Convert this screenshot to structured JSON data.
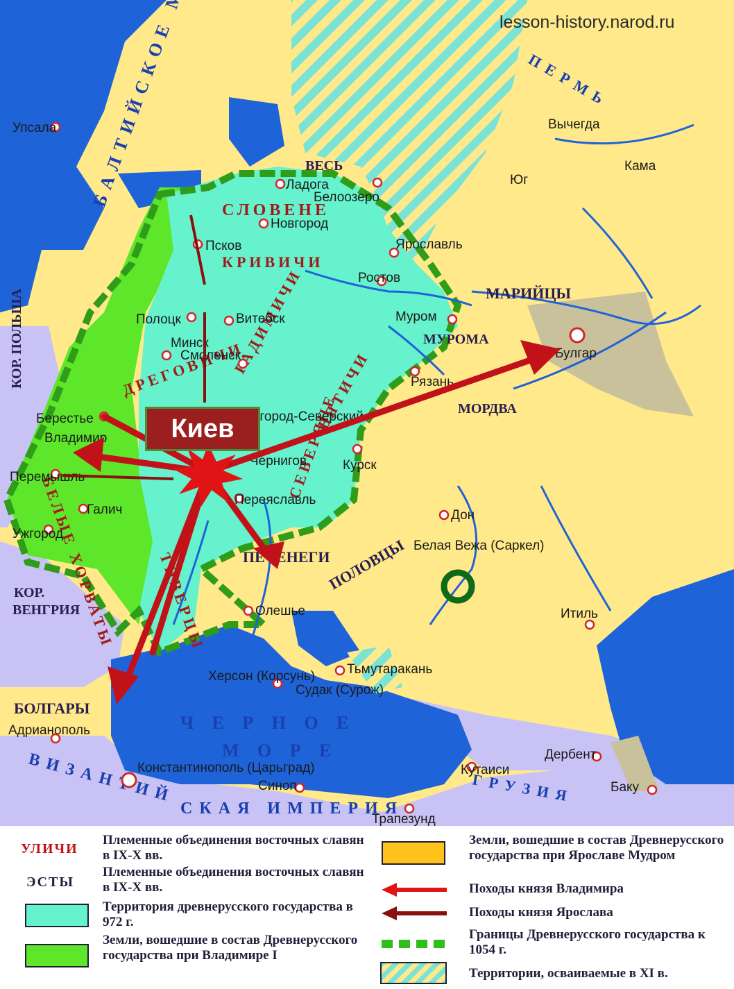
{
  "watermark": "lesson-history.narod.ru",
  "kiev": "Киев",
  "labels": {
    "baltic": "БАЛТИЙСКОЕ МОРЕ",
    "black1": "Ч Е Р Н О Е",
    "black2": "М О Р Е",
    "byz1": "ВИЗАНТИЙ",
    "byz2": "СКАЯ ИМПЕРИЯ",
    "georgia": "ГРУЗИЯ",
    "perm": "ПЕРМЬ",
    "slovene": "СЛОВЕНЕ",
    "krivichi": "КРИВИЧИ",
    "radimichi": "РАДИМИЧИ",
    "dregovichi": "ДРЕГОВИЧИ",
    "vyatichi": "ВЯТИЧИ",
    "severyane": "СЕВЕРЯНЕ",
    "croats": "БЕЛЫЕ ХОРВАТЫ",
    "tivertsy": "ТИВЕРЦЫ",
    "mari": "МАРИЙЦЫ",
    "muroma": "МУРОМА",
    "mordva": "МОРДВА",
    "hungary1": "КОР.",
    "hungary2": "ВЕНГРИЯ",
    "bulgary": "БОЛГАРЫ",
    "poland": "КОР. ПОЛЬША",
    "ves": "ВЕСЬ",
    "pechenegi": "ПЕЧЕНЕГИ",
    "polovtsy": "ПОЛОВЦЫ"
  },
  "cities": {
    "ladoga": "Ладога",
    "novgorod": "Новгород",
    "pskov": "Псков",
    "polotsk": "Полоцк",
    "vitebsk": "Витебск",
    "minsk": "Минск",
    "smolensk": "Смоленск",
    "beloozero": "Белоозеро",
    "yaroslavl": "Ярославль",
    "rostov": "Ростов",
    "murom": "Муром",
    "ryazan": "Рязань",
    "kursk": "Курск",
    "pereyaslavl": "Переяславль",
    "novgorodSeversky": "Новгород-Северский",
    "chernigov": "Чернигов",
    "oleshye": "Олешье",
    "tmutarakan": "Тьмутаракань",
    "kherson": "Херсон (Корсунь)",
    "sudak": "Судак (Сурож)",
    "belayaVezha": "Белая Вежа (Саркел)",
    "don": "Дон",
    "itil": "Итиль",
    "derbent": "Дербент",
    "baku": "Баку",
    "kutaisi": "Кутаиси",
    "sinop": "Синоп",
    "trapezund": "Трапезунд",
    "constantinople": "Константинополь (Царьград)",
    "adrianople": "Адрианополь",
    "peremyshl": "Перемышль",
    "berestye": "Берестье",
    "vladimir": "Владимир",
    "galich": "Галич",
    "uzhgorod": "Ужгород",
    "uppsala": "Упсала",
    "bulgar": "Булгар",
    "kama": "Кама",
    "vychegda": "Вычегда",
    "yug": "Юг"
  },
  "legend": {
    "sampleTribe": "УЛИЧИ",
    "tribes1": "Племенные объединения восточных славян в IX-X вв.",
    "sampleOther": "ЭСТЫ",
    "tribes2": "Племенные объединения восточных славян в IX-X вв.",
    "territory972": "Территория древнерусского государства в 972 г.",
    "vladimirLands": "Земли, вошедшие в состав Древнерусского государства при Владимире I",
    "yaroslavLands": "Земли, вошедшие в состав Древнерусского государства при Ярославе Мудром",
    "vladimirCampaigns": "Походы князя Владимира",
    "yaroslavCampaigns": "Походы князя Ярослава",
    "border1054": "Границы Древнерусского государства к 1054 г.",
    "xiLands": "Территории, осваиваемые в XI в."
  },
  "colors": {
    "land": "#ffe98a",
    "sea": "#1f63d8",
    "rus972": "#66f2cc",
    "vladimirLands": "#5ee62a",
    "yaroslavLands": "#ffc21a",
    "foreign": "#c9c3f5",
    "volgaBulgaria": "#c8c19b",
    "vladimirArrow": "#e01414",
    "yaroslavArrow": "#8a1010"
  }
}
